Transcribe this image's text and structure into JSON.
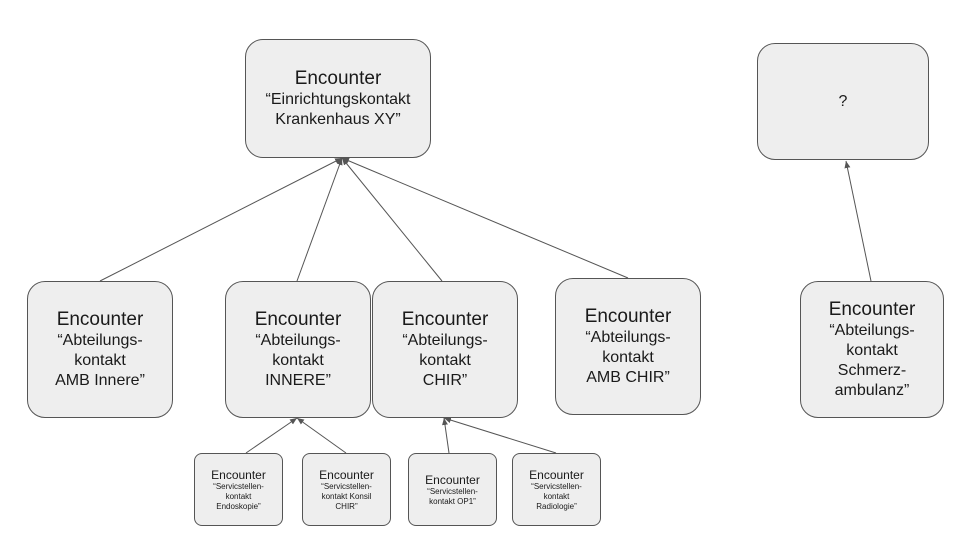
{
  "nodes": {
    "root": {
      "title": "Encounter",
      "sub": "“Einrichtungskontakt\nKrankenhaus XY”"
    },
    "unknown": {
      "title": "",
      "sub": "?"
    },
    "amb_innere": {
      "title": "Encounter",
      "sub": "“Abteilungs-\nkontakt\nAMB Innere”"
    },
    "innere": {
      "title": "Encounter",
      "sub": "“Abteilungs-\nkontakt\nINNERE”"
    },
    "chir": {
      "title": "Encounter",
      "sub": "“Abteilungs-\nkontakt\nCHIR”"
    },
    "amb_chir": {
      "title": "Encounter",
      "sub": "“Abteilungs-\nkontakt\nAMB CHIR”"
    },
    "schmerz": {
      "title": "Encounter",
      "sub": "“Abteilungs-\nkontakt\nSchmerz-\nambulanz”"
    },
    "endoskopie": {
      "title": "Encounter",
      "sub": "“Servicstellen-\nkontakt\nEndoskopie”"
    },
    "konsil_chir": {
      "title": "Encounter",
      "sub": "“Servicstellen-\nkontakt Konsil\nCHIR”"
    },
    "op1": {
      "title": "Encounter",
      "sub": "“Servicstellen-\nkontakt OP1”"
    },
    "radiologie": {
      "title": "Encounter",
      "sub": "“Servicstellen-\nkontakt\nRadiologie”"
    }
  },
  "edges": [
    {
      "from": "amb_innere",
      "to": "root"
    },
    {
      "from": "innere",
      "to": "root"
    },
    {
      "from": "chir",
      "to": "root"
    },
    {
      "from": "amb_chir",
      "to": "root"
    },
    {
      "from": "schmerz",
      "to": "unknown"
    },
    {
      "from": "endoskopie",
      "to": "innere"
    },
    {
      "from": "konsil_chir",
      "to": "innere"
    },
    {
      "from": "op1",
      "to": "chir"
    },
    {
      "from": "radiologie",
      "to": "chir"
    }
  ],
  "colors": {
    "node_fill": "#eeeeee",
    "node_border": "#555555",
    "edge": "#555555"
  }
}
